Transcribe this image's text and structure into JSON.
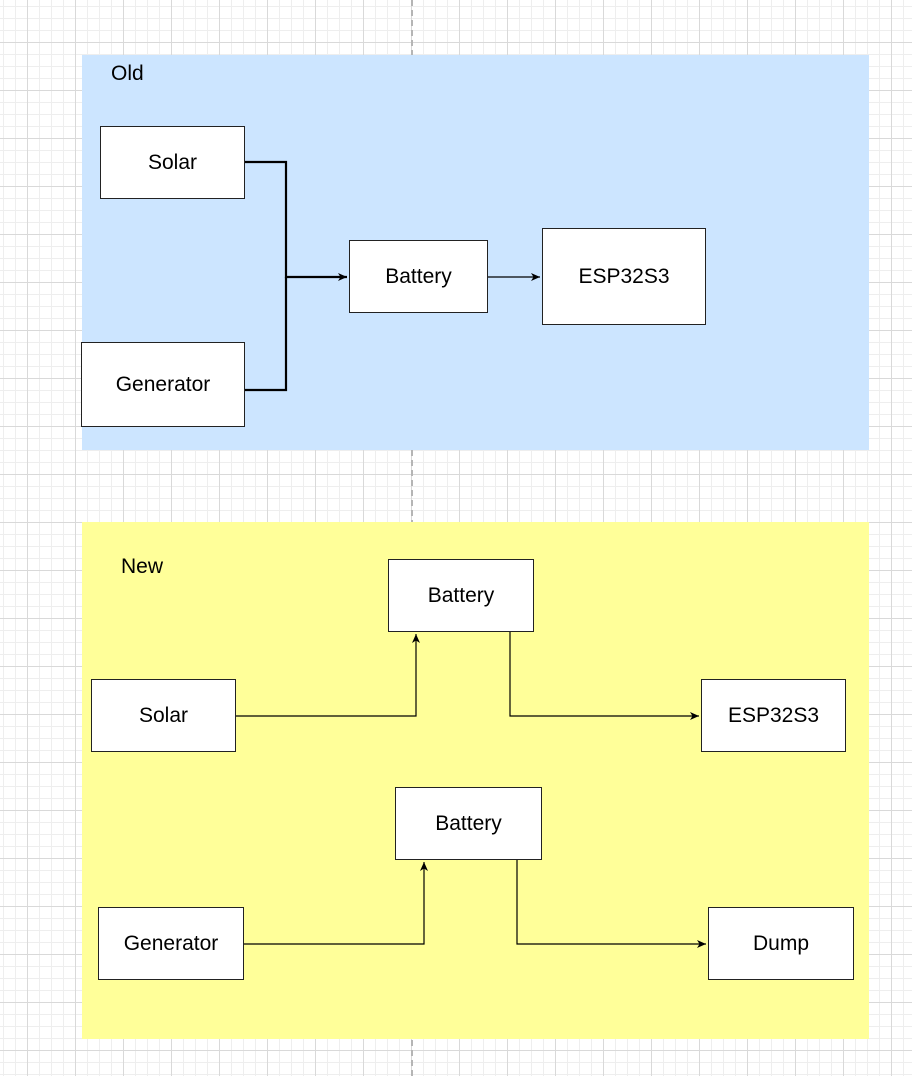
{
  "colors": {
    "old_panel": "#cce5ff",
    "new_panel": "#ffff99",
    "node_fill": "#ffffff",
    "edge": "#000000"
  },
  "panels": {
    "old": {
      "label": "Old",
      "nodes": {
        "solar": "Solar",
        "generator": "Generator",
        "battery": "Battery",
        "esp32": "ESP32S3"
      }
    },
    "new": {
      "label": "New",
      "nodes": {
        "battery_top": "Battery",
        "solar": "Solar",
        "esp32": "ESP32S3",
        "battery_bottom": "Battery",
        "generator": "Generator",
        "dump": "Dump"
      }
    }
  },
  "edges": [
    {
      "from": "old.solar",
      "to": "old.battery"
    },
    {
      "from": "old.generator",
      "to": "old.battery"
    },
    {
      "from": "old.battery",
      "to": "old.esp32"
    },
    {
      "from": "new.solar",
      "to": "new.battery_top"
    },
    {
      "from": "new.battery_top",
      "to": "new.esp32"
    },
    {
      "from": "new.generator",
      "to": "new.battery_bottom"
    },
    {
      "from": "new.battery_bottom",
      "to": "new.dump"
    }
  ]
}
